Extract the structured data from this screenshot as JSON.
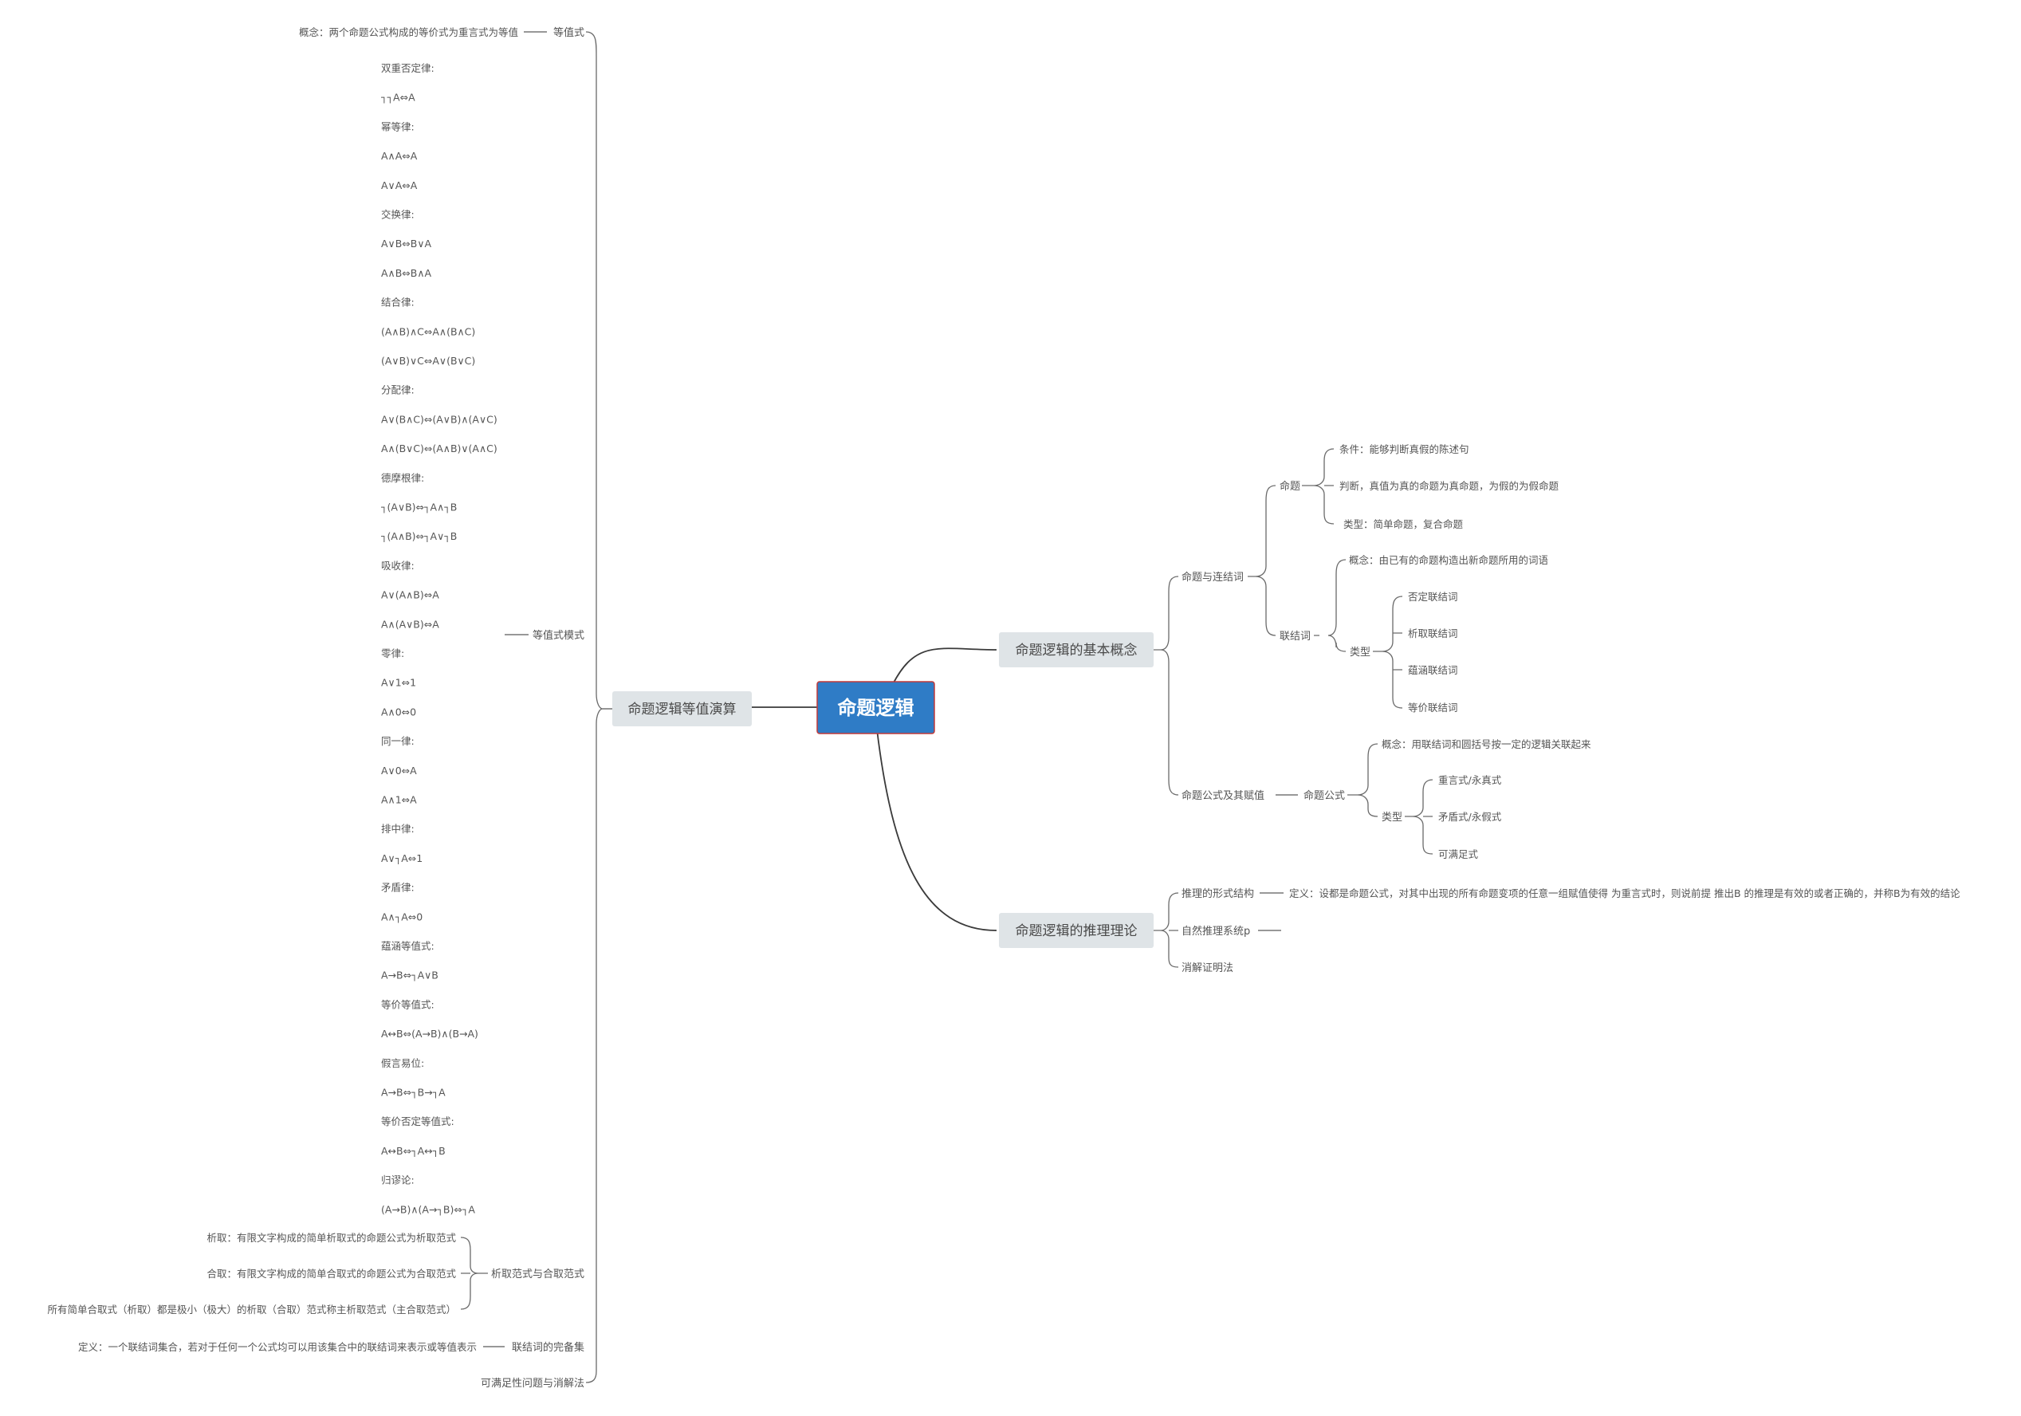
{
  "root": {
    "label": "命题逻辑",
    "color": "#2f7cc6"
  },
  "colors": {
    "topic_bg": "#dfe4e7",
    "line": "#5a5a5a"
  },
  "left": {
    "topic": "命题逻辑等值演算",
    "dengzhishi": {
      "label": "等值式",
      "concept": "概念：两个命题公式构成的等价式为重言式为等值"
    },
    "moshi": {
      "label": "等值式模式",
      "items": [
        "双重否定律:",
        "┐┐A⇔A",
        "幂等律:",
        "A∧A⇔A",
        "A∨A⇔A",
        "交换律:",
        "A∨B⇔B∨A",
        "A∧B⇔B∧A",
        "结合律:",
        "(A∧B)∧C⇔A∧(B∧C)",
        "(A∨B)∨C⇔A∨(B∨C)",
        "分配律:",
        "A∨(B∧C)⇔(A∨B)∧(A∨C)",
        "A∧(B∨C)⇔(A∧B)∨(A∧C)",
        "德摩根律:",
        "┐(A∨B)⇔┐A∧┐B",
        "┐(A∧B)⇔┐A∨┐B",
        "吸收律:",
        "A∨(A∧B)⇔A",
        "A∧(A∨B)⇔A",
        "零律:",
        "A∨1⇔1",
        "A∧0⇔0",
        "同一律:",
        "A∨0⇔A",
        "A∧1⇔A",
        "排中律:",
        "A∨┐A⇔1",
        "矛盾律:",
        "A∧┐A⇔0",
        "蕴涵等值式:",
        "A→B⇔┐A∨B",
        "等价等值式:",
        "A↔B⇔(A→B)∧(B→A)",
        "假言易位:",
        "A→B⇔┐B→┐A",
        "等价否定等值式:",
        "A↔B⇔┐A↔┐B",
        "归谬论:",
        "(A→B)∧(A→┐B)⇔┐A"
      ]
    },
    "fanshi": {
      "label": "析取范式与合取范式",
      "items": [
        "析取：有限文字构成的简单析取式的命题公式为析取范式",
        "合取：有限文字构成的简单合取式的命题公式为合取范式",
        "所有简单合取式（析取）都是极小（极大）的析取（合取）范式称主析取范式（主合取范式）"
      ]
    },
    "wanbei": {
      "label": "联结词的完备集",
      "def": "定义：一个联结词集合，若对于任何一个公式均可以用该集合中的联结词来表示或等值表示"
    },
    "kemanzu": "可满足性问题与消解法"
  },
  "right_top": {
    "topic": "命题逻辑的基本概念",
    "mtljc": {
      "label": "命题与连结词",
      "mingti": {
        "label": "命题",
        "items": [
          "条件：能够判断真假的陈述句",
          "判断，真值为真的命题为真命题，为假的为假命题",
          "类型：简单命题，复合命题"
        ]
      },
      "lianjieci": {
        "label": "联结词",
        "concept": "概念：由已有的命题构造出新命题所用的词语",
        "type_label": "类型",
        "types": [
          "否定联结词",
          "析取联结词",
          "蕴涵联结词",
          "等价联结词"
        ]
      }
    },
    "gongshi": {
      "label": "命题公式及其赋值",
      "mtgs": "命题公式",
      "concept": "概念：用联结词和圆括号按一定的逻辑关联起来",
      "type_label": "类型",
      "types": [
        "重言式/永真式",
        "矛盾式/永假式",
        "可满足式"
      ]
    }
  },
  "right_bottom": {
    "topic": "命题逻辑的推理理论",
    "items": [
      {
        "label": "推理的形式结构",
        "detail": "定义：设都是命题公式，对其中出现的所有命题变项的任意一组赋值使得 为重言式时，则说前提 推出B 的推理是有效的或者正确的，并称B为有效的结论"
      },
      {
        "label": "自然推理系统p"
      },
      {
        "label": "消解证明法"
      }
    ]
  }
}
